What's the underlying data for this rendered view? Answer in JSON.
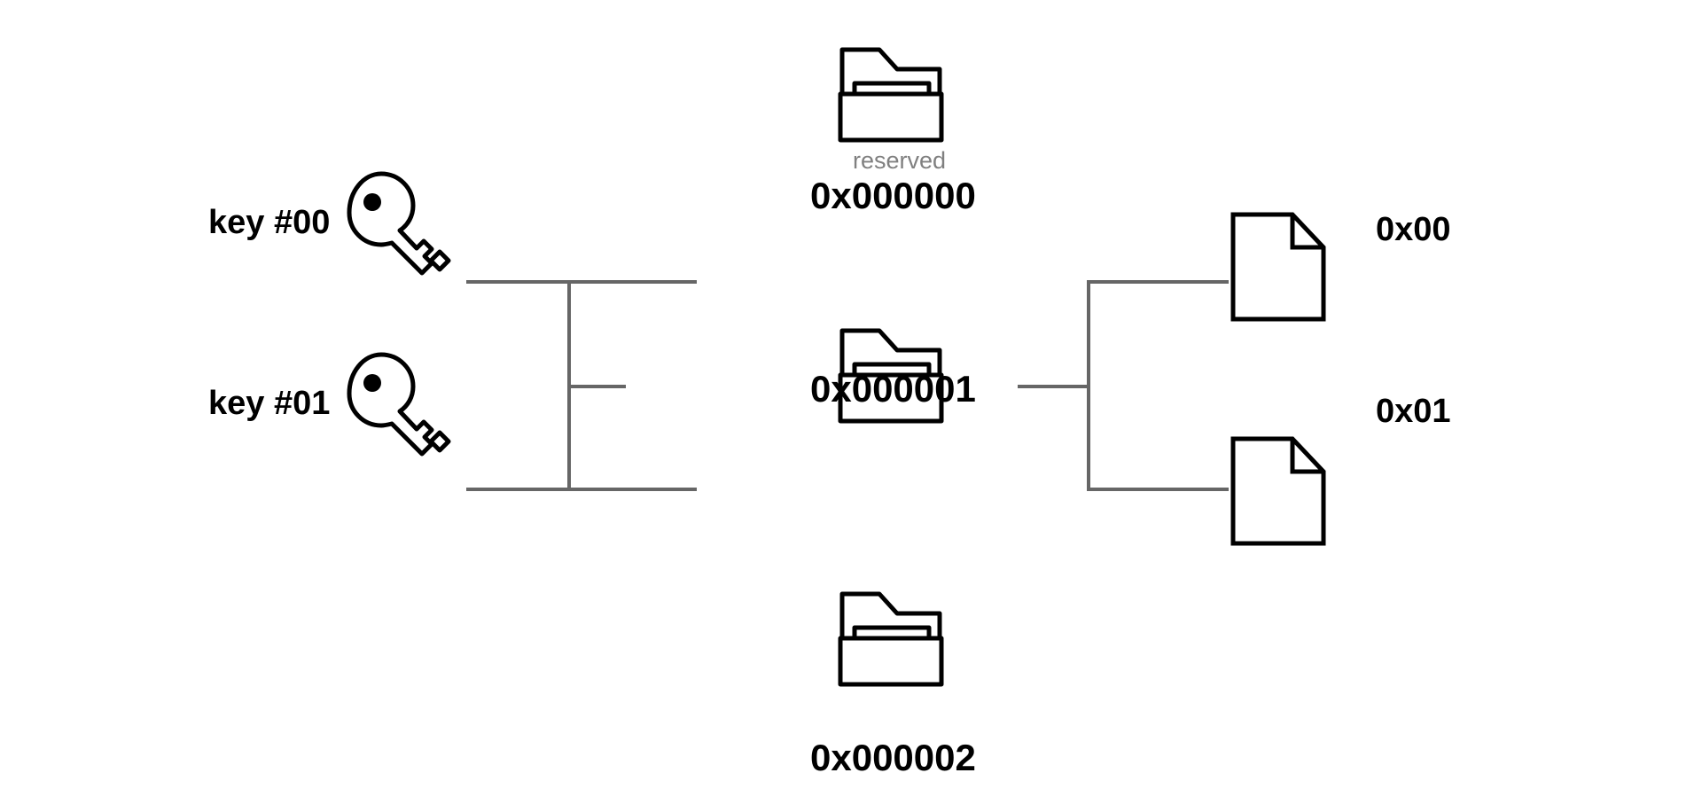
{
  "diagram": {
    "type": "tree",
    "description": "Key to folder to file hierarchy diagram",
    "colors": {
      "background": "#ffffff",
      "stroke": "#000000",
      "connector": "#666666",
      "muted_text": "#808080",
      "text": "#000000"
    },
    "keys": [
      {
        "label": "key #00",
        "icon": "key-icon"
      },
      {
        "label": "key #01",
        "icon": "key-icon"
      }
    ],
    "folders": [
      {
        "address": "0x000000",
        "note": "reserved",
        "icon": "folder-icon"
      },
      {
        "address": "0x000001",
        "note": "",
        "icon": "folder-icon"
      },
      {
        "address": "0x000002",
        "note": "",
        "icon": "folder-icon"
      }
    ],
    "files": [
      {
        "label": "0x00",
        "icon": "file-icon"
      },
      {
        "label": "0x01",
        "icon": "file-icon"
      }
    ]
  }
}
